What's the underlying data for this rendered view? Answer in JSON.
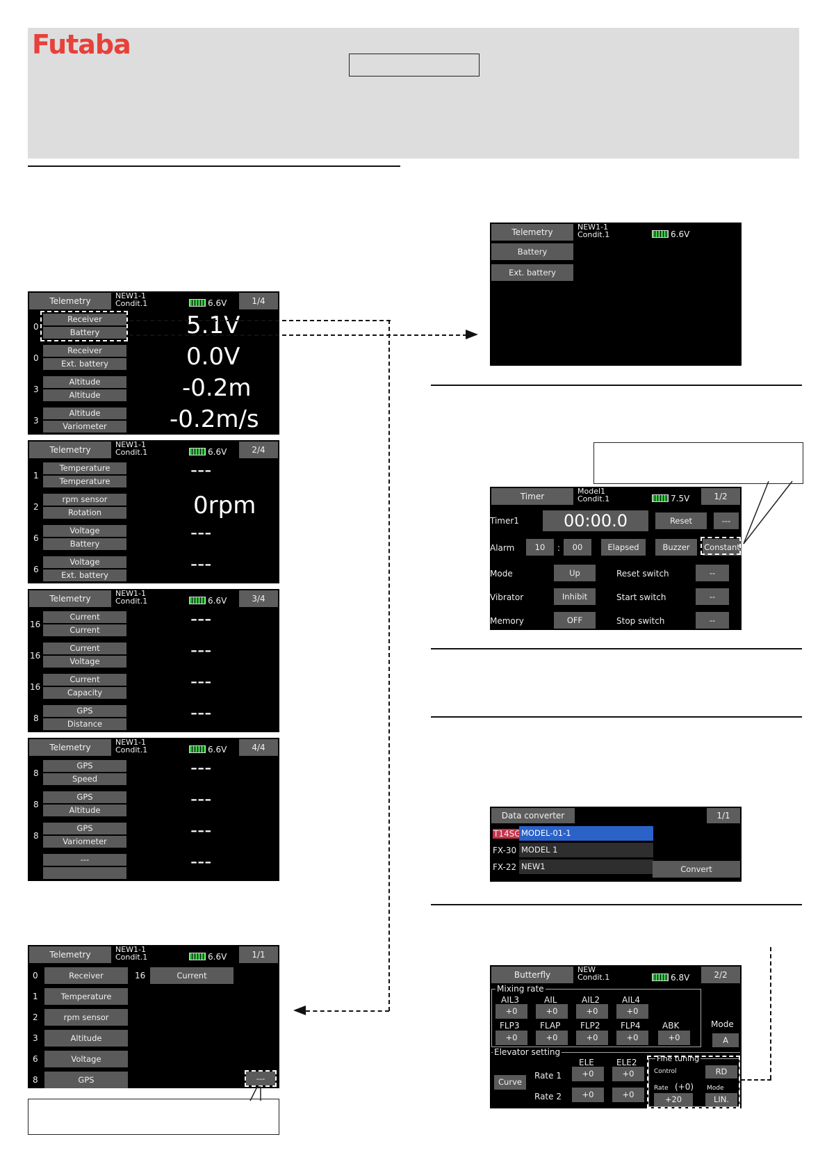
{
  "brand": "Futaba",
  "colors": {
    "brand_red": "#e8403a",
    "screen_bg": "#000000",
    "button_gray": "#5a5a5a",
    "highlight_blue": "#2a62c8",
    "battery_green": "#3cc24a"
  },
  "telemetry_pages": [
    {
      "title": "Telemetry",
      "model": "NEW1-1",
      "condition": "Condit.1",
      "battery": "6.6V",
      "page": "1/4",
      "rows": [
        {
          "slot": "0",
          "sensor": "Receiver",
          "item": "Battery",
          "value": "5.1V"
        },
        {
          "slot": "0",
          "sensor": "Receiver",
          "item": "Ext. battery",
          "value": "0.0V"
        },
        {
          "slot": "3",
          "sensor": "Altitude",
          "item": "Altitude",
          "value": "-0.2m"
        },
        {
          "slot": "3",
          "sensor": "Altitude",
          "item": "Variometer",
          "value": "-0.2m/s"
        }
      ]
    },
    {
      "title": "Telemetry",
      "model": "NEW1-1",
      "condition": "Condit.1",
      "battery": "6.6V",
      "page": "2/4",
      "rows": [
        {
          "slot": "1",
          "sensor": "Temperature",
          "item": "Temperature",
          "value": "---"
        },
        {
          "slot": "2",
          "sensor": "rpm sensor",
          "item": "Rotation",
          "value": "0rpm"
        },
        {
          "slot": "6",
          "sensor": "Voltage",
          "item": "Battery",
          "value": "---"
        },
        {
          "slot": "6",
          "sensor": "Voltage",
          "item": "Ext. battery",
          "value": "---"
        }
      ]
    },
    {
      "title": "Telemetry",
      "model": "NEW1-1",
      "condition": "Condit.1",
      "battery": "6.6V",
      "page": "3/4",
      "rows": [
        {
          "slot": "16",
          "sensor": "Current",
          "item": "Current",
          "value": "---"
        },
        {
          "slot": "16",
          "sensor": "Current",
          "item": "Voltage",
          "value": "---"
        },
        {
          "slot": "16",
          "sensor": "Current",
          "item": "Capacity",
          "value": "---"
        },
        {
          "slot": "8",
          "sensor": "GPS",
          "item": "Distance",
          "value": "---"
        }
      ]
    },
    {
      "title": "Telemetry",
      "model": "NEW1-1",
      "condition": "Condit.1",
      "battery": "6.6V",
      "page": "4/4",
      "rows": [
        {
          "slot": "8",
          "sensor": "GPS",
          "item": "Speed",
          "value": "---"
        },
        {
          "slot": "8",
          "sensor": "GPS",
          "item": "Altitude",
          "value": "---"
        },
        {
          "slot": "8",
          "sensor": "GPS",
          "item": "Variometer",
          "value": "---"
        },
        {
          "slot": "",
          "sensor": "---",
          "item": "",
          "value": "---"
        }
      ]
    }
  ],
  "telemetry_select": {
    "title": "Telemetry",
    "model": "NEW1-1",
    "condition": "Condit.1",
    "battery": "6.6V",
    "page": "1/1",
    "items": [
      {
        "slot": "0",
        "label": "Receiver"
      },
      {
        "slot": "1",
        "label": "Temperature"
      },
      {
        "slot": "2",
        "label": "rpm sensor"
      },
      {
        "slot": "3",
        "label": "Altitude"
      },
      {
        "slot": "6",
        "label": "Voltage"
      },
      {
        "slot": "8",
        "label": "GPS"
      }
    ],
    "extra": {
      "slot": "16",
      "label": "Current"
    },
    "corner_button": "---"
  },
  "telemetry_battery": {
    "title": "Telemetry",
    "model": "NEW1-1",
    "condition": "Condit.1",
    "battery": "6.6V",
    "items": [
      "Battery",
      "Ext. battery"
    ]
  },
  "timer": {
    "title": "Timer",
    "model": "Model1",
    "condition": "Condit.1",
    "battery": "7.5V",
    "page": "1/2",
    "timer_label": "Timer1",
    "time": "00:00.0",
    "reset": "Reset",
    "reset_sw": "---",
    "alarm_label": "Alarm",
    "alarm_min": "10",
    "colon": ":",
    "alarm_sec": "00",
    "elapsed": "Elapsed",
    "buzzer": "Buzzer",
    "constant": "Constant",
    "mode_label": "Mode",
    "mode": "Up",
    "reset_switch": "Reset switch",
    "reset_switch_val": "--",
    "vibrator_label": "Vibrator",
    "vibrator": "Inhibit",
    "start_switch": "Start switch",
    "start_switch_val": "--",
    "memory_label": "Memory",
    "memory": "OFF",
    "stop_switch": "Stop switch",
    "stop_switch_val": "--"
  },
  "data_converter": {
    "title": "Data converter",
    "page": "1/1",
    "rows": [
      {
        "type": "T14SG",
        "name": "MODEL-01-1"
      },
      {
        "type": "FX-30",
        "name": "MODEL 1"
      },
      {
        "type": "FX-22",
        "name": "NEW1"
      }
    ],
    "convert": "Convert"
  },
  "butterfly": {
    "title": "Butterfly",
    "model": "NEW",
    "condition": "Condit.1",
    "battery": "6.8V",
    "page": "2/2",
    "mixing_rate_label": "Mixing rate",
    "row1": [
      {
        "label": "AIL3",
        "value": "+0"
      },
      {
        "label": "AIL",
        "value": "+0"
      },
      {
        "label": "AIL2",
        "value": "+0"
      },
      {
        "label": "AIL4",
        "value": "+0"
      }
    ],
    "row2": [
      {
        "label": "FLP3",
        "value": "+0"
      },
      {
        "label": "FLAP",
        "value": "+0"
      },
      {
        "label": "FLP2",
        "value": "+0"
      },
      {
        "label": "FLP4",
        "value": "+0"
      },
      {
        "label": "ABK",
        "value": "+0"
      }
    ],
    "mode_label": "Mode",
    "mode_value": "A",
    "elevator_label": "Elevator setting",
    "ele": "ELE",
    "ele2": "ELE2",
    "curve": "Curve",
    "rate1": "Rate 1",
    "rate1_ele": "+0",
    "rate1_ele2": "+0",
    "rate2": "Rate 2",
    "rate2_ele": "+0",
    "rate2_ele2": "+0",
    "fine_tuning": "Fine tuning",
    "control": "Control",
    "control_val": "RD",
    "rate": "Rate",
    "rate_note": "(+0)",
    "rate_val": "+20",
    "ft_mode": "Mode",
    "ft_mode_val": "LIN."
  }
}
